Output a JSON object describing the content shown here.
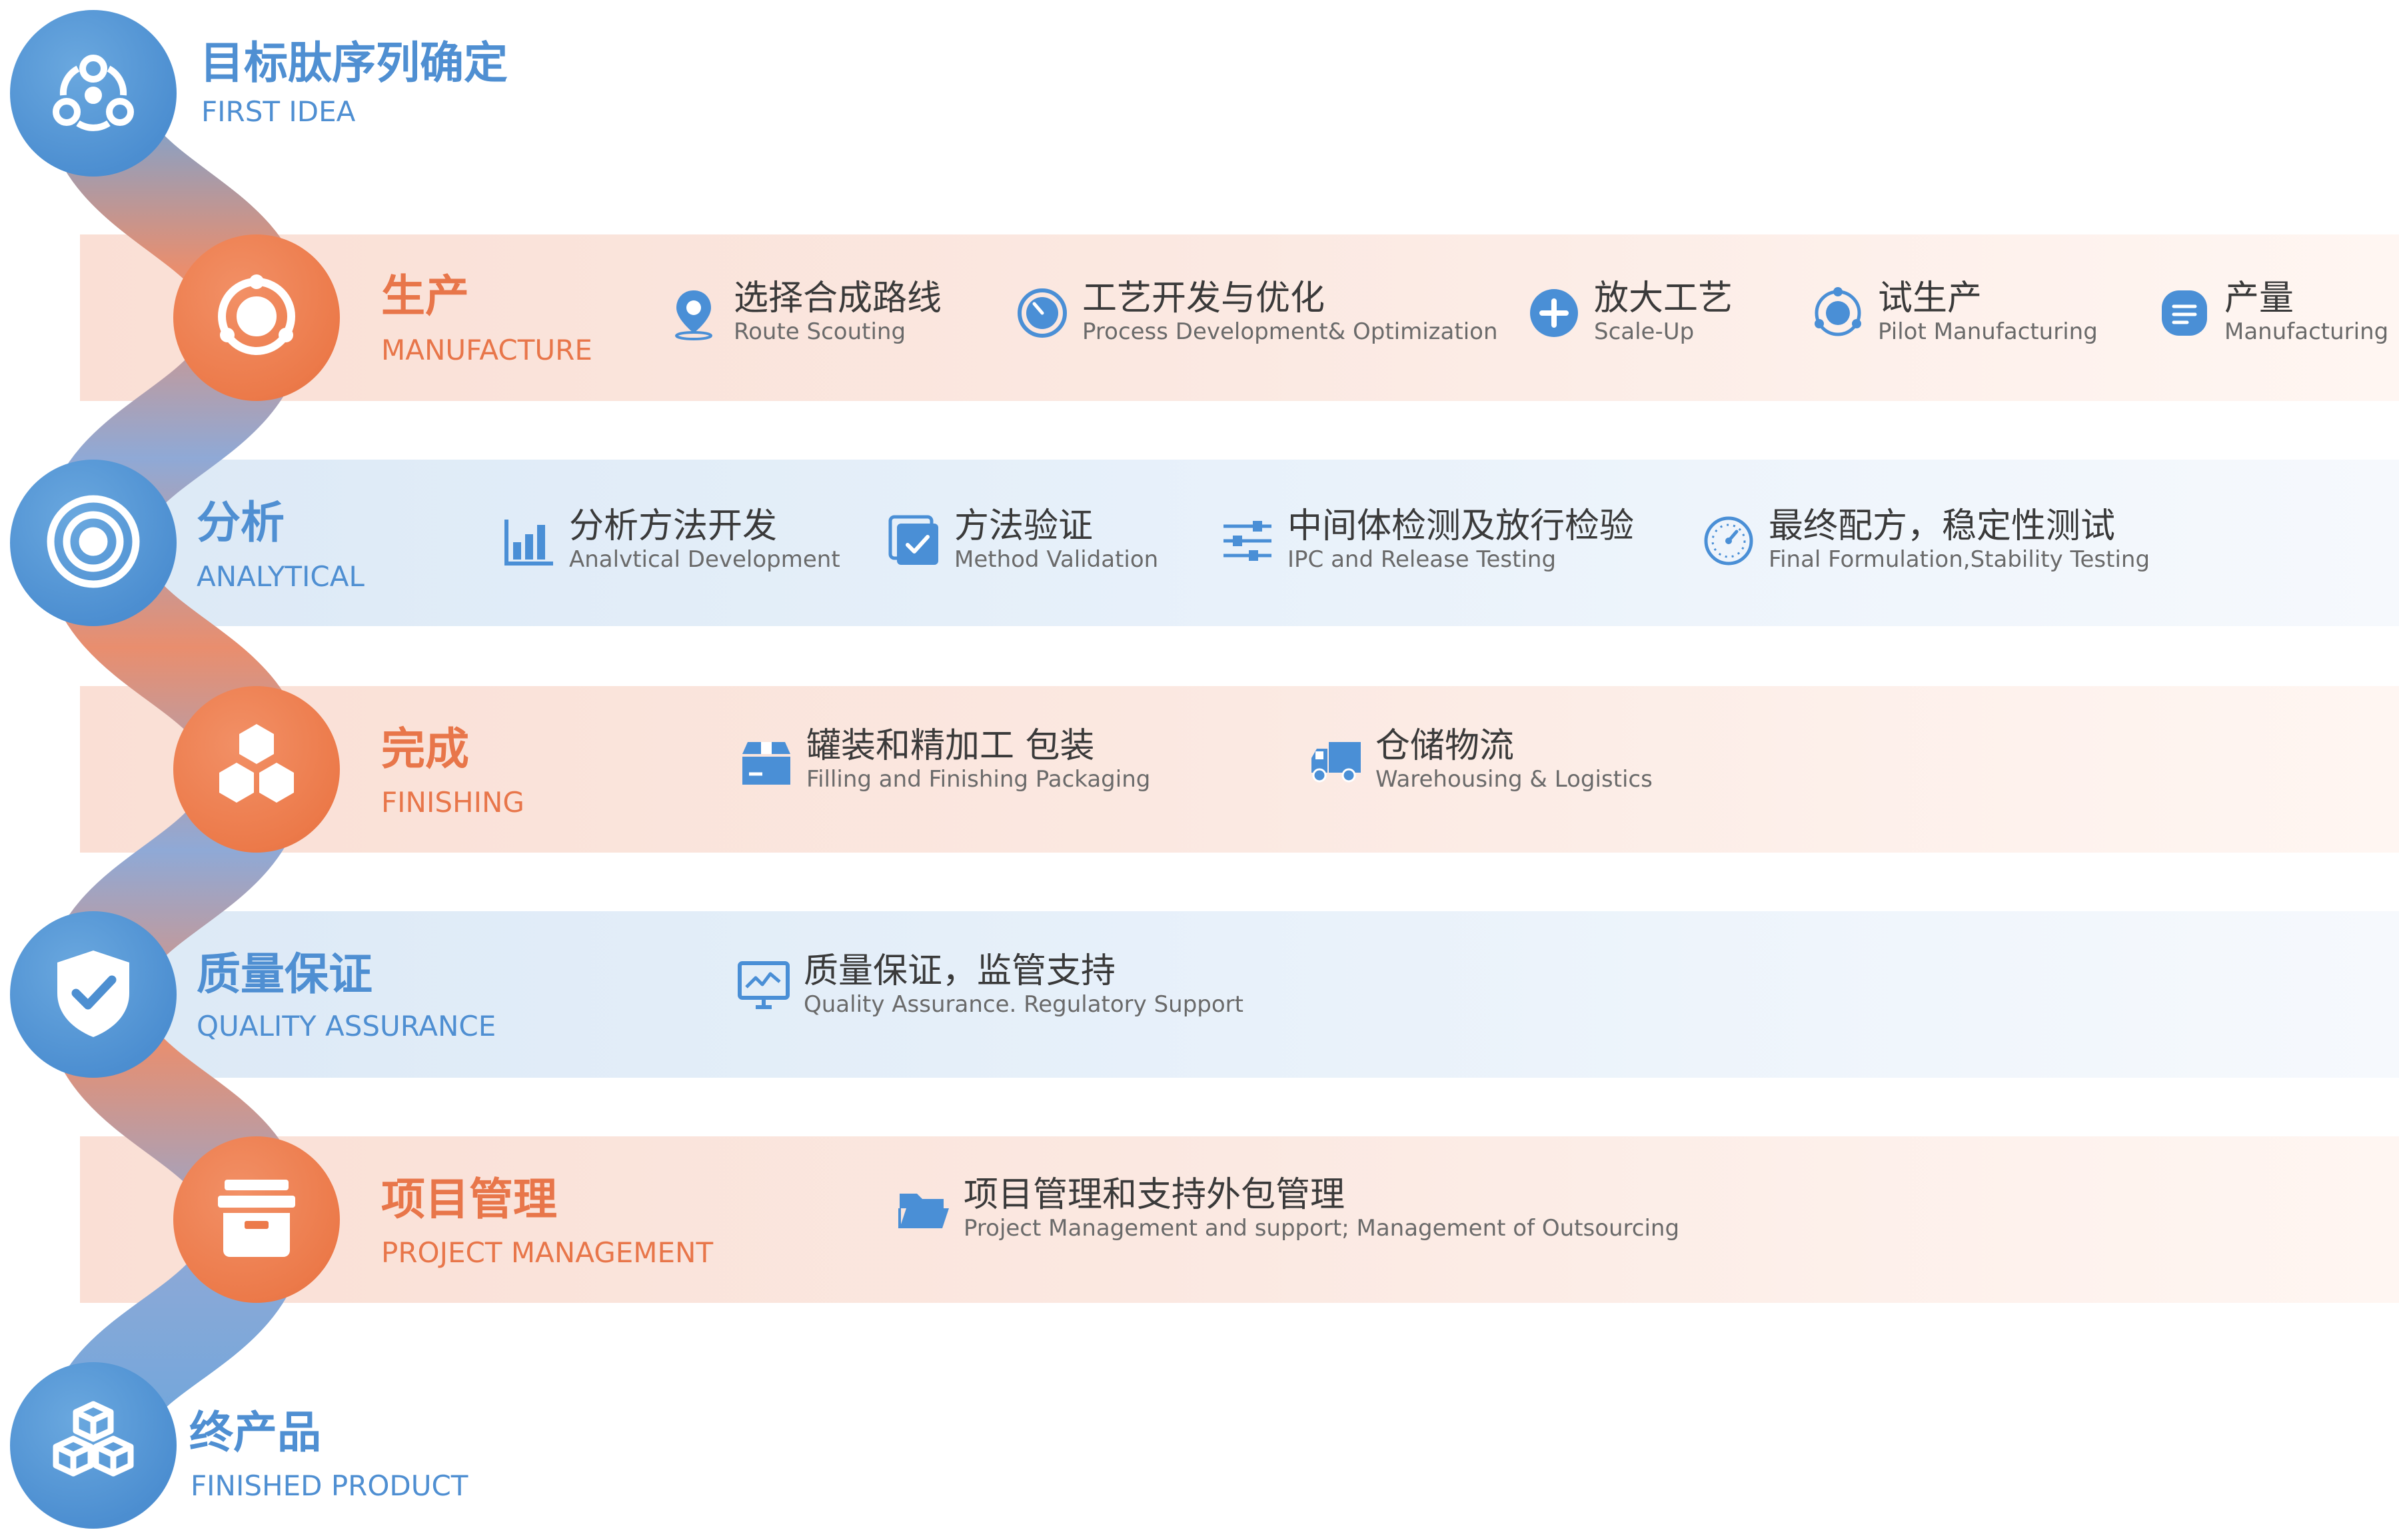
{
  "stages": {
    "first_idea": {
      "title": "目标肽序列确定",
      "subtitle": "FIRST IDEA",
      "icon": "molecule-icon",
      "color": "#4f8fd2"
    },
    "manufacture": {
      "title": "生产",
      "subtitle": "MANUFACTURE",
      "icon": "orbit-icon",
      "color": "#e8764a",
      "items": [
        {
          "zh": "选择合成路线",
          "en": "Route Scouting",
          "icon": "location-pin-icon"
        },
        {
          "zh": "工艺开发与优化",
          "en": "Process Development& Optimization",
          "icon": "gauge-icon"
        },
        {
          "zh": "放大工艺",
          "en": "Scale-Up",
          "icon": "plus-circle-icon"
        },
        {
          "zh": "试生产",
          "en": "Pilot Manufacturing",
          "icon": "atom-icon"
        },
        {
          "zh": "产量",
          "en": "Manufacturing",
          "icon": "document-icon"
        }
      ]
    },
    "analytical": {
      "title": "分析",
      "subtitle": "ANALYTICAL",
      "icon": "target-icon",
      "color": "#4f8fd2",
      "items": [
        {
          "zh": "分析方法开发",
          "en": "Analvtical Development",
          "icon": "bar-chart-icon"
        },
        {
          "zh": "方法验证",
          "en": "Method Validation",
          "icon": "checkbox-icon"
        },
        {
          "zh": "中间体检测及放行检验",
          "en": "IPC and Release Testing",
          "icon": "sliders-icon"
        },
        {
          "zh": "最终配方，稳定性测试",
          "en": "Final Formulation,Stability Testing",
          "icon": "dial-icon"
        }
      ]
    },
    "finishing": {
      "title": "完成",
      "subtitle": "FINISHING",
      "icon": "hexagons-icon",
      "color": "#e8764a",
      "items": [
        {
          "zh": "罐装和精加工 包装",
          "en": "Filling and Finishing Packaging",
          "icon": "box-icon"
        },
        {
          "zh": "仓储物流",
          "en": "Warehousing & Logistics",
          "icon": "truck-icon"
        }
      ]
    },
    "quality": {
      "title": "质量保证",
      "subtitle": "QUALITY ASSURANCE",
      "icon": "shield-check-icon",
      "color": "#4f8fd2",
      "items": [
        {
          "zh": "质量保证，监管支持",
          "en": "Quality Assurance. Regulatory Support",
          "icon": "monitor-chart-icon"
        }
      ]
    },
    "project": {
      "title": "项目管理",
      "subtitle": "PROJECT MANAGEMENT",
      "icon": "archive-box-icon",
      "color": "#e8764a",
      "items": [
        {
          "zh": "项目管理和支持外包管理",
          "en": "Project Management and support; Management of Outsourcing",
          "icon": "folder-icon"
        }
      ]
    },
    "finished": {
      "title": "终产品",
      "subtitle": "FINISHED PRODUCT",
      "icon": "cubes-icon",
      "color": "#4f8fd2"
    }
  }
}
